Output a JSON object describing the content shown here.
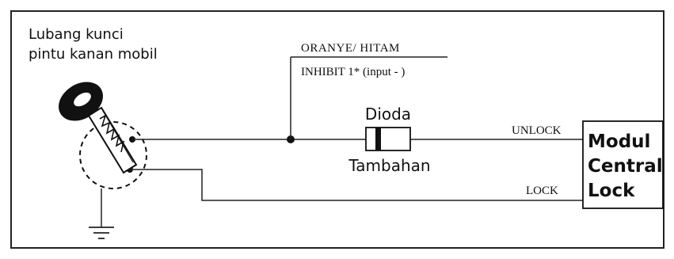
{
  "title": {
    "line1": "Lubang kunci",
    "line2": "pintu kanan mobil"
  },
  "wire_top_label": "ORANYE/ HITAM",
  "wire_bottom_label": "INHIBIT 1* (input - )",
  "diode": {
    "label_top": "Dioda",
    "label_bottom": "Tambahan"
  },
  "signals": {
    "unlock": "UNLOCK",
    "lock": "LOCK"
  },
  "module": {
    "line1": "Modul",
    "line2": "Central",
    "line3": "Lock"
  },
  "icons": {
    "key": "key-icon",
    "keyhole": "keyhole-switch-icon",
    "ground": "ground-icon",
    "diode": "diode-icon"
  }
}
